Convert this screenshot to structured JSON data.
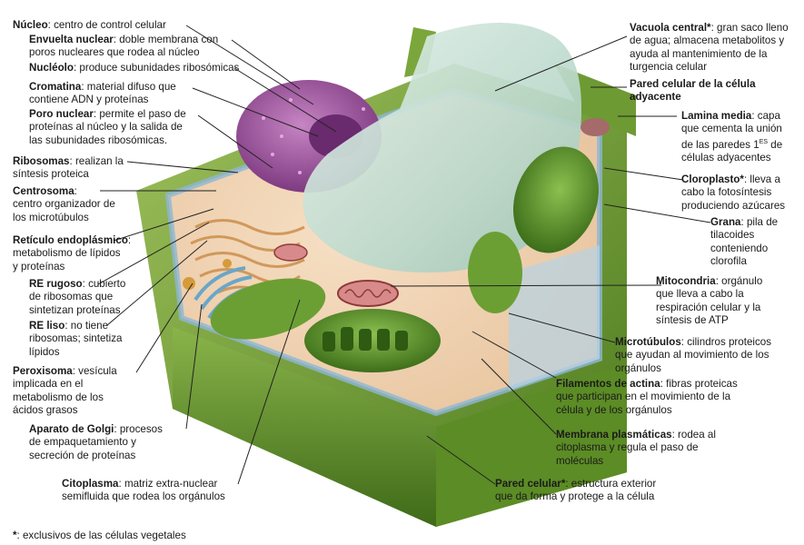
{
  "labels": {
    "nucleo": {
      "term": "Núcleo",
      "desc": ": centro de control celular"
    },
    "envuelta": {
      "term": "Envuelta nuclear",
      "desc": [
        ": doble membrana con",
        "poros nucleares que rodea al núcleo"
      ]
    },
    "nucleolo": {
      "term": "Nucléolo",
      "desc": ": produce subunidades ribosómicas"
    },
    "cromatina": {
      "term": "Cromatina",
      "desc": [
        ": material difuso que",
        "contiene ADN y proteínas"
      ]
    },
    "poro": {
      "term": "Poro nuclear",
      "desc": [
        ": permite el paso de",
        "proteínas al núcleo y la salida de",
        "las subunidades ribosómicas."
      ]
    },
    "ribosomas": {
      "term": "Ribosomas",
      "desc": [
        ": realizan la",
        "síntesis proteica"
      ]
    },
    "centrosoma": {
      "term": "Centrosoma",
      "desc": [
        ":",
        "centro organizador de",
        "los microtúbulos"
      ]
    },
    "reticulo": {
      "term": "Retículo endoplásmico",
      "desc": [
        ":",
        "metabolismo de lípidos",
        "y proteínas"
      ]
    },
    "re_rugoso": {
      "term": "RE rugoso",
      "desc": [
        ": cubierto",
        "de ribosomas que",
        "sintetizan proteínas"
      ]
    },
    "re_liso": {
      "term": "RE liso",
      "desc": [
        ": no tiene",
        "ribosomas; sintetiza",
        "lípidos"
      ]
    },
    "peroxisoma": {
      "term": "Peroxisoma",
      "desc": [
        ": vesícula",
        "implicada en el",
        "metabolismo de los",
        "ácidos grasos"
      ]
    },
    "golgi": {
      "term": "Aparato de Golgi",
      "desc": [
        ": procesos",
        "de empaquetamiento y",
        "secreción de proteínas"
      ]
    },
    "citoplasma": {
      "term": "Citoplasma",
      "desc": [
        ": matriz extra-nuclear",
        "semifluida que rodea los orgánulos"
      ]
    },
    "vacuola": {
      "term": "Vacuola central*",
      "desc": [
        ": gran saco lleno",
        "de agua; almacena metabolitos y",
        "ayuda al mantenimiento de la",
        "turgencia celular"
      ]
    },
    "pared_ady": {
      "term": [
        "Pared celular de la célula",
        "adyacente"
      ]
    },
    "lamina": {
      "term": "Lamina media",
      "desc": [
        ": capa",
        "que cementa la unión",
        "de las paredes 1",
        "células adyacentes"
      ],
      "sup": "ES",
      "after": " de"
    },
    "cloroplasto": {
      "term": "Cloroplasto*",
      "desc": [
        ": lleva a",
        "cabo la fotosíntesis",
        "produciendo azúcares"
      ]
    },
    "grana": {
      "term": "Grana",
      "desc": [
        ": pila de",
        "tilacoides",
        "conteniendo",
        "clorofila"
      ]
    },
    "mitocondria": {
      "term": "Mitocondria",
      "desc": [
        ": orgánulo",
        "que lleva a cabo la",
        "respiración celular y la",
        "síntesis de ATP"
      ]
    },
    "microtubulos": {
      "term": "Microtúbulos",
      "desc": [
        ": cilindros proteicos",
        "que ayudan al movimiento de los",
        "orgánulos"
      ]
    },
    "actina": {
      "term": "Filamentos de actina",
      "desc": [
        ": fibras proteicas",
        "que participan en el movimiento de la",
        "célula y de los orgánulos"
      ]
    },
    "membrana": {
      "term": "Membrana plasmáticas",
      "desc": [
        ": rodea al",
        "citoplasma y regula el paso de",
        "moléculas"
      ]
    },
    "pared": {
      "term": "Pared celular*",
      "desc": [
        ": estructura exterior",
        "que da forma y protege a la célula"
      ]
    }
  },
  "footnote": {
    "term": "*",
    "desc": ": exclusivos de las células vegetales"
  },
  "colors": {
    "wall_dark": "#4e7a1f",
    "wall": "#7ea83a",
    "wall_light": "#a9c96a",
    "nucleus": "#9b4f9a",
    "vacuole": "#c9e0d8",
    "chloroplast": "#5a8d2a",
    "mitochondria": "#c97a7a"
  }
}
